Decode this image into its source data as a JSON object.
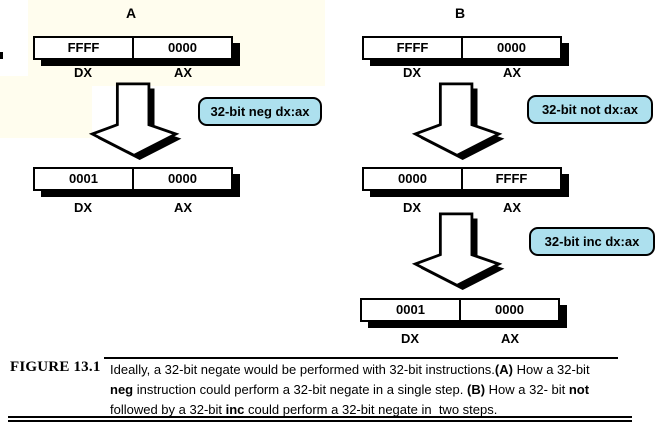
{
  "colors": {
    "callout_bg": "#ade0ee",
    "shadow": "#000000",
    "ink": "#000000",
    "paper_tint": "#fffdee"
  },
  "a": {
    "label": "A",
    "before": {
      "dx": "FFFF",
      "ax": "0000",
      "dx_label": "DX",
      "ax_label": "AX"
    },
    "op": "32-bit neg dx:ax",
    "after": {
      "dx": "0001",
      "ax": "0000",
      "dx_label": "DX",
      "ax_label": "AX"
    }
  },
  "b": {
    "label": "B",
    "before": {
      "dx": "FFFF",
      "ax": "0000",
      "dx_label": "DX",
      "ax_label": "AX"
    },
    "op1": "32-bit not dx:ax",
    "middle": {
      "dx": "0000",
      "ax": "FFFF",
      "dx_label": "DX",
      "ax_label": "AX"
    },
    "op2": "32-bit inc dx:ax",
    "after": {
      "dx": "0001",
      "ax": "0000",
      "dx_label": "DX",
      "ax_label": "AX"
    }
  },
  "caption": {
    "figure_label": "FIGURE 13.1",
    "lines": [
      [
        {
          "t": "Ideally, a 32-bit negate would be performed with 32-bit instructions."
        },
        {
          "t": "(A)",
          "b": true
        },
        {
          "t": " How a 32-bit"
        }
      ],
      [
        {
          "t": "neg",
          "b": true
        },
        {
          "t": " instruction could perform a 32-bit negate in a single step. "
        },
        {
          "t": "(B)",
          "b": true
        },
        {
          "t": " How a 32- bit "
        },
        {
          "t": "not",
          "b": true
        }
      ],
      [
        {
          "t": "followed by a 32-bit "
        },
        {
          "t": "inc",
          "b": true
        },
        {
          "t": " could perform a 32-bit negate in  two steps."
        }
      ]
    ]
  }
}
